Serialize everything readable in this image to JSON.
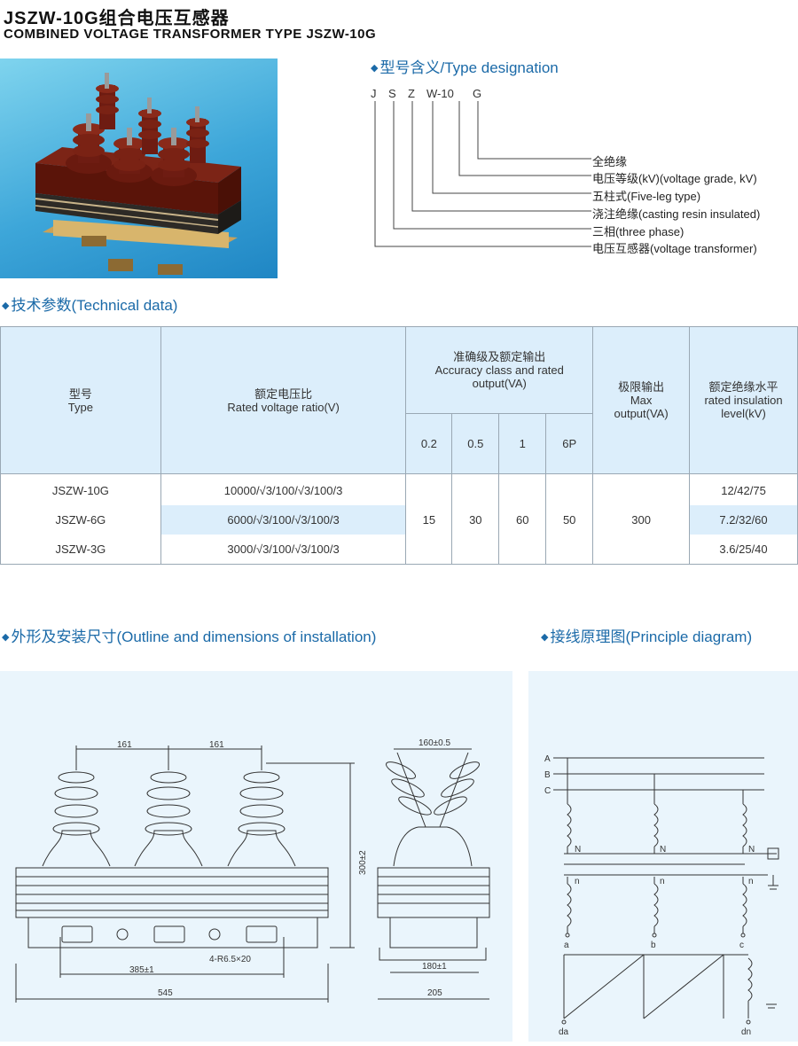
{
  "header": {
    "title_cn": "JSZW-10G组合电压互感器",
    "title_en": "COMBINED VOLTAGE TRANSFORMER TYPE JSZW-10G"
  },
  "type_designation": {
    "heading": "型号含义/Type designation",
    "code_letters": [
      "J",
      "S",
      "Z",
      "W-10",
      "G"
    ],
    "items": [
      "全绝缘",
      "电压等级(kV)(voltage grade, kV)",
      "五柱式(Five-leg type)",
      "浇注绝缘(casting resin insulated)",
      "三相(three phase)",
      "电压互感器(voltage transformer)"
    ]
  },
  "technical": {
    "heading": "技术参数(Technical data)",
    "headers": {
      "type_cn": "型号",
      "type_en": "Type",
      "ratio_cn": "额定电压比",
      "ratio_en": "Rated voltage ratio(V)",
      "acc_cn": "准确级及额定输出",
      "acc_en1": "Accuracy class and rated",
      "acc_en2": "output(VA)",
      "limit_cn": "极限输出",
      "limit_en1": "Max",
      "limit_en2": "output(VA)",
      "ins_cn": "额定绝缘水平",
      "ins_en1": "rated insulation",
      "ins_en2": "level(kV)",
      "classes": [
        "0.2",
        "0.5",
        "1",
        "6P"
      ]
    },
    "rows": [
      {
        "type": "JSZW-10G",
        "ratio": "10000/√3/100/√3/100/3",
        "insulation": "12/42/75"
      },
      {
        "type": "JSZW-6G",
        "ratio": "6000/√3/100/√3/100/3",
        "insulation": "7.2/32/60"
      },
      {
        "type": "JSZW-3G",
        "ratio": "3000/√3/100/√3/100/3",
        "insulation": "3.6/25/40"
      }
    ],
    "outputs": [
      "15",
      "30",
      "60",
      "50"
    ],
    "max_output": "300"
  },
  "outline": {
    "heading": "外形及安装尺寸(Outline and dimensions of installation)",
    "dims": {
      "spacing_a": "161",
      "spacing_b": "161",
      "height": "300±2",
      "mount": "385±1",
      "slot": "4-R6.5×20",
      "length": "545",
      "side_top": "160±0.5",
      "side_mount": "180±1",
      "width": "205"
    }
  },
  "principle": {
    "heading": "接线原理图(Principle diagram)",
    "phases": [
      "A",
      "B",
      "C"
    ],
    "neutral": "N",
    "secondary_neutral": "n",
    "secondary": [
      "a",
      "b",
      "c"
    ],
    "open_delta": [
      "da",
      "dn"
    ]
  },
  "colors": {
    "heading": "#1b6aa8",
    "table_header": "#dceefb",
    "panel": "#eaf5fc",
    "photo_sky": "#3da6d9",
    "porcelain": "#6e1c12"
  }
}
